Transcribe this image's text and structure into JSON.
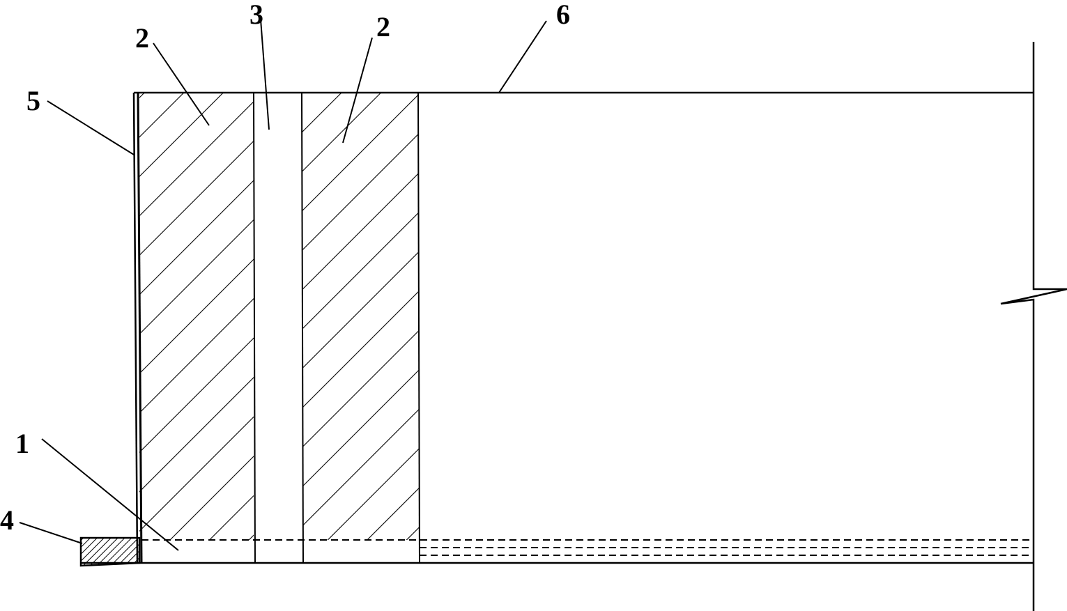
{
  "colors": {
    "line": "#000000",
    "background": "#ffffff"
  },
  "callouts": [
    {
      "id": "callout-1",
      "text": "1"
    },
    {
      "id": "callout-2-left",
      "text": "2"
    },
    {
      "id": "callout-2-right",
      "text": "2"
    },
    {
      "id": "callout-3",
      "text": "3"
    },
    {
      "id": "callout-4",
      "text": "4"
    },
    {
      "id": "callout-5",
      "text": "5"
    },
    {
      "id": "callout-6",
      "text": "6"
    }
  ]
}
